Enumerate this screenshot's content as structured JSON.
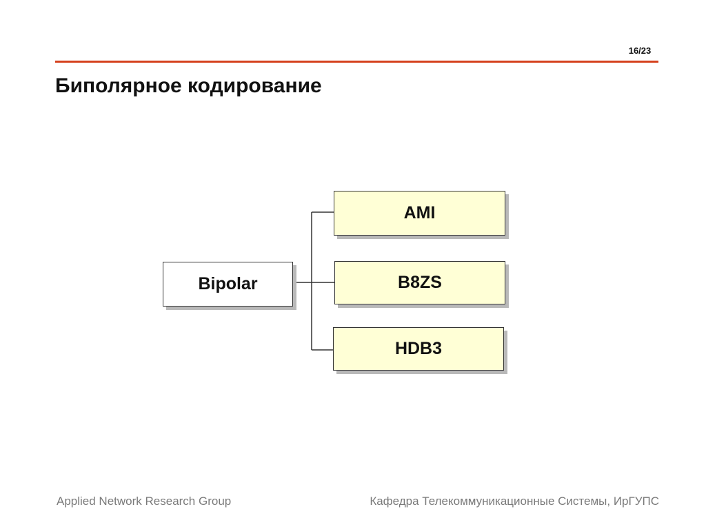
{
  "slide": {
    "page_number": "16/23",
    "title": "Биполярное кодирование",
    "colors": {
      "rule": "#d5401c",
      "root_fill": "#ffffff",
      "child_fill": "#ffffd6",
      "connector": "#333333"
    }
  },
  "diagram": {
    "root": {
      "label": "Bipolar"
    },
    "children": [
      {
        "label": "AMI"
      },
      {
        "label": "B8ZS"
      },
      {
        "label": "HDB3"
      }
    ]
  },
  "footer": {
    "left": "Applied Network Research Group",
    "right": "Кафедра Телекоммуникационные Системы, ИрГУПС"
  }
}
